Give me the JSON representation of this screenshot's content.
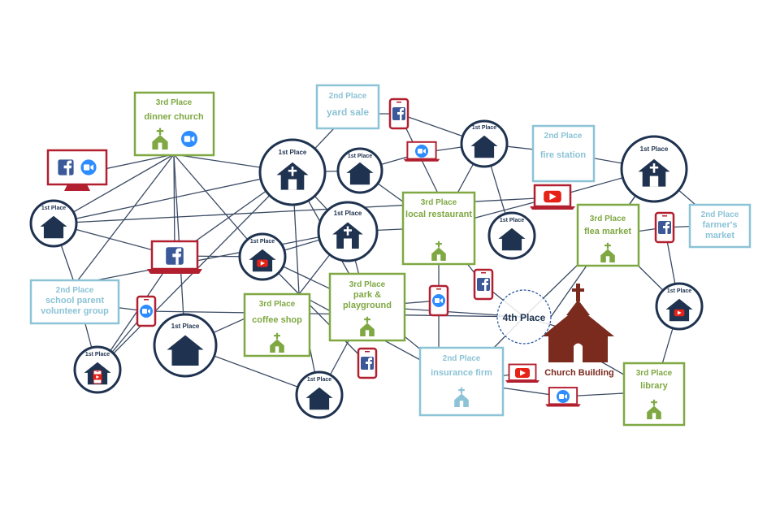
{
  "colors": {
    "navy": "#1f3350",
    "green": "#7fa843",
    "blue": "#8cc3d6",
    "church": "#7b2a1e",
    "facebook": "#3b5998",
    "zoom": "#2d8cff",
    "youtube": "#e62117",
    "device": "#b22030",
    "line": "#3a4a63"
  },
  "first_place": {
    "label": "1st Place"
  },
  "second_place": {
    "label": "2nd Place",
    "yard_sale": "yard sale",
    "fire_station": "fire station",
    "farmers_market": "farmer's market",
    "school_group": "school parent volunteer group",
    "insurance_firm": "insurance firm"
  },
  "third_place": {
    "label": "3rd Place",
    "dinner_church": "dinner church",
    "local_restaurant": "local restaurant",
    "flea_market": "flea market",
    "coffee_shop": "coffee shop",
    "park_playground": "park & playground",
    "library": "library"
  },
  "fourth_place": {
    "label": "4th Place"
  },
  "church_building": {
    "label": "Church Building"
  },
  "icons": [
    "house-icon",
    "chapel-icon",
    "facebook-icon",
    "zoom-icon",
    "youtube-icon",
    "phone-icon",
    "monitor-icon",
    "laptop-icon",
    "church-icon"
  ]
}
